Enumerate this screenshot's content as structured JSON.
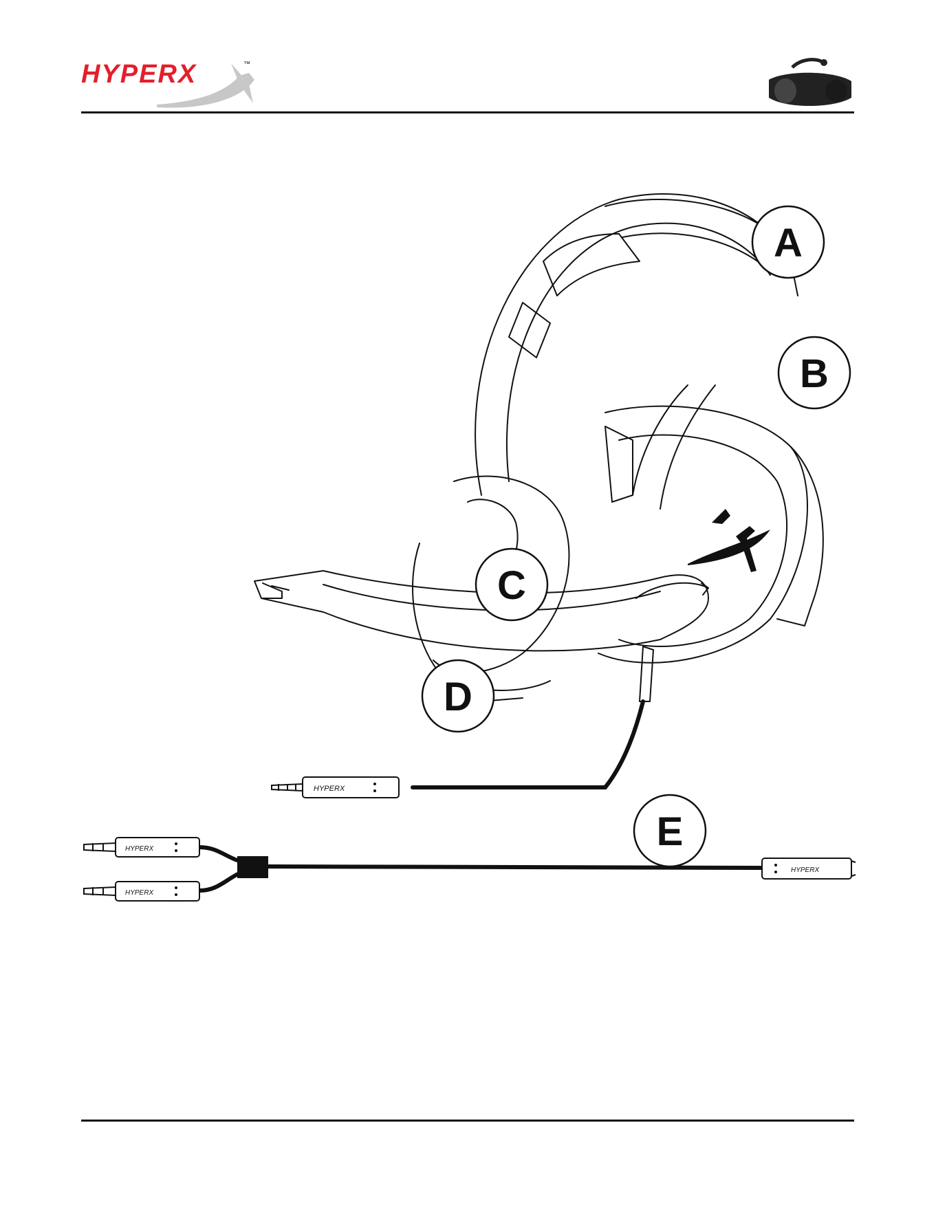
{
  "header": {
    "brand_wordmark": "HYPERX",
    "trademark": "™"
  },
  "diagram": {
    "callouts": [
      {
        "letter": "A"
      },
      {
        "letter": "B"
      },
      {
        "letter": "C"
      },
      {
        "letter": "D"
      },
      {
        "letter": "E"
      }
    ],
    "plug_brand": "HYPERX"
  },
  "colors": {
    "brand_red": "#e41e2b",
    "line": "#111111",
    "logo_gray": "#b4b4b4"
  }
}
